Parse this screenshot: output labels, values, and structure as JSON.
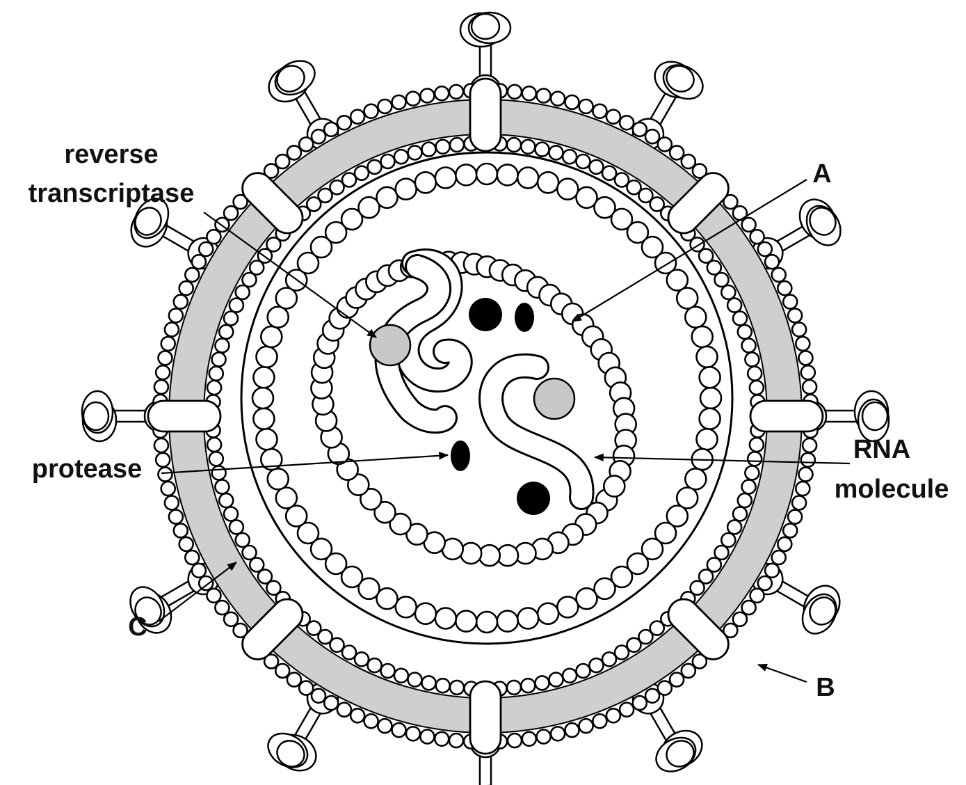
{
  "labels": {
    "reverse_transcriptase_line1": "reverse",
    "reverse_transcriptase_line2": "transcriptase",
    "label_a": "A",
    "protease": "protease",
    "rna_line1": "RNA",
    "rna_line2": "molecule",
    "label_c": "C",
    "label_b": "B"
  },
  "colors": {
    "envelope_fill": "#cfcfcf",
    "enzyme_fill": "#c8c8c8",
    "stroke": "#000000",
    "background": "#ffffff"
  }
}
